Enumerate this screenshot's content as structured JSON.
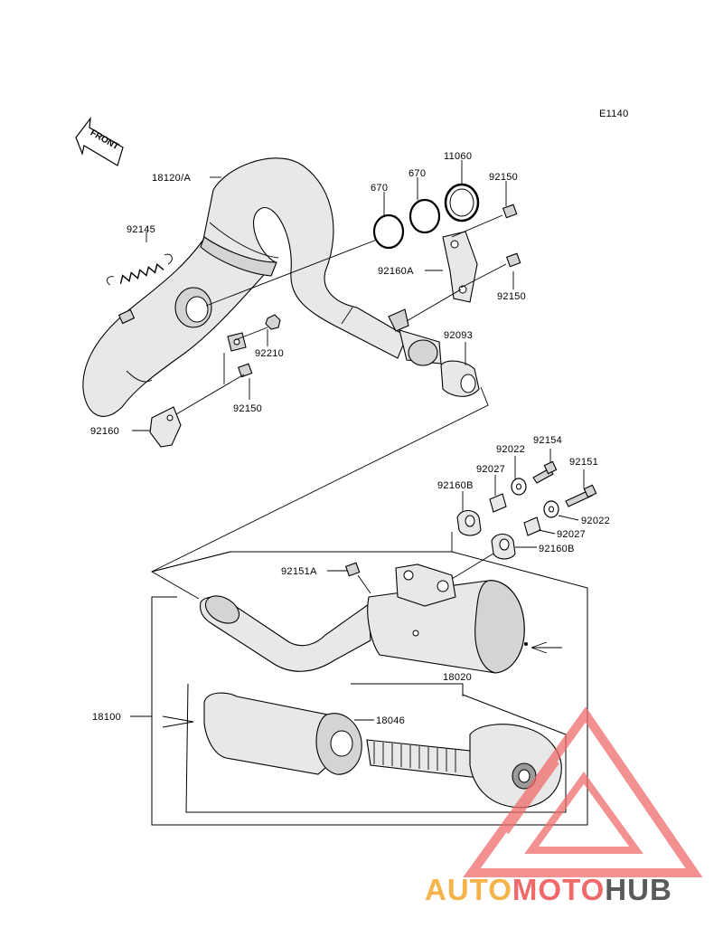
{
  "diagram_code": "E1140",
  "front_label": "FRONT",
  "parts": {
    "p18120A": "18120/A",
    "p670a": "670",
    "p670b": "670",
    "p11060": "11060",
    "p92150a": "92150",
    "p92145": "92145",
    "p92160A": "92160A",
    "p92150b": "92150",
    "p92210": "92210",
    "p92093": "92093",
    "p92150c": "92150",
    "p92160": "92160",
    "p92154": "92154",
    "p92022a": "92022",
    "p92151": "92151",
    "p92027a": "92027",
    "p92160B_a": "92160B",
    "p92022b": "92022",
    "p92027b": "92027",
    "p92160B_b": "92160B",
    "p92151A": "92151A",
    "p18020": "18020",
    "p18100": "18100",
    "p18046": "18046"
  },
  "watermark": {
    "part1": "AUTO",
    "part2": "MOTO",
    "part3": "HUB"
  },
  "colors": {
    "watermark_yellow": "#f5b34a",
    "watermark_red": "#ef6b6b",
    "watermark_gray": "#5a5a5a"
  }
}
